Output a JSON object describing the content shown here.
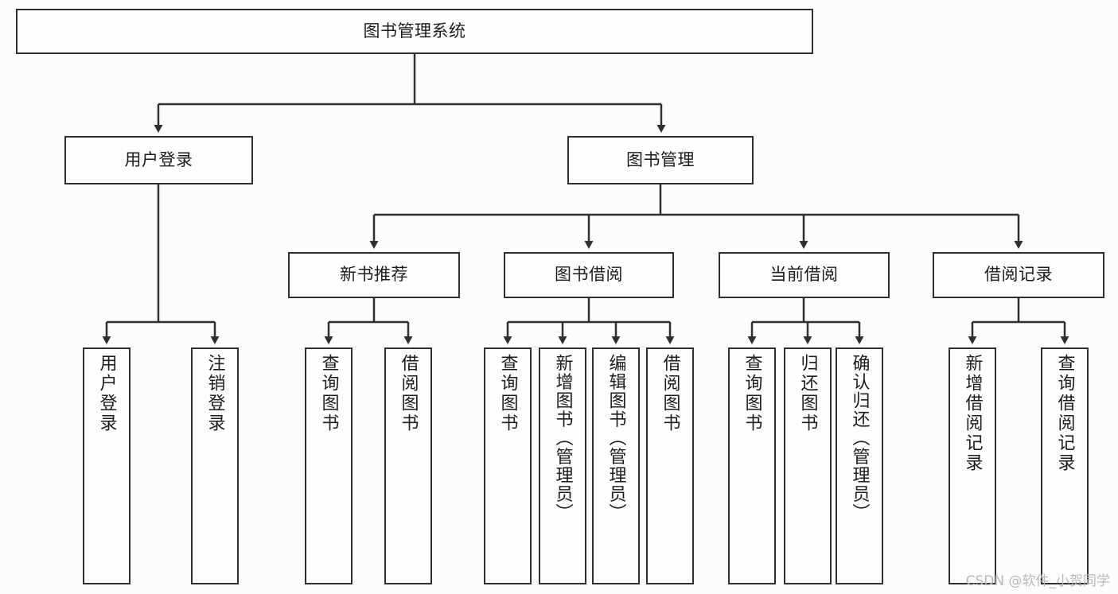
{
  "diagram": {
    "title": "图书管理系统",
    "type": "tree",
    "watermark": "CSDN @软件_小贺同学",
    "colors": {
      "background": "#fcfcfc",
      "node_fill": "#fefefe",
      "node_border": "#2f2f2f",
      "connector": "#2f2f2f",
      "text": "#1c1c1c",
      "watermark": "#b9b9b9"
    },
    "nodes": {
      "root": {
        "label": "图书管理系统"
      },
      "level2": [
        {
          "label": "用户登录"
        },
        {
          "label": "图书管理"
        }
      ],
      "level3": [
        {
          "label": "新书推荐"
        },
        {
          "label": "图书借阅"
        },
        {
          "label": "当前借阅"
        },
        {
          "label": "借阅记录"
        }
      ],
      "leaves_user_login": [
        {
          "label": "用户登录"
        },
        {
          "label": "注销登录"
        }
      ],
      "leaves_new_book": [
        {
          "label": "查询图书"
        },
        {
          "label": "借阅图书"
        }
      ],
      "leaves_borrow": [
        {
          "label": "查询图书"
        },
        {
          "label": "新增图书（管理员）"
        },
        {
          "label": "编辑图书（管理员）"
        },
        {
          "label": "借阅图书"
        }
      ],
      "leaves_current": [
        {
          "label": "查询图书"
        },
        {
          "label": "归还图书"
        },
        {
          "label": "确认归还（管理员）"
        }
      ],
      "leaves_records": [
        {
          "label": "新增借阅记录"
        },
        {
          "label": "查询借阅记录"
        }
      ]
    }
  }
}
